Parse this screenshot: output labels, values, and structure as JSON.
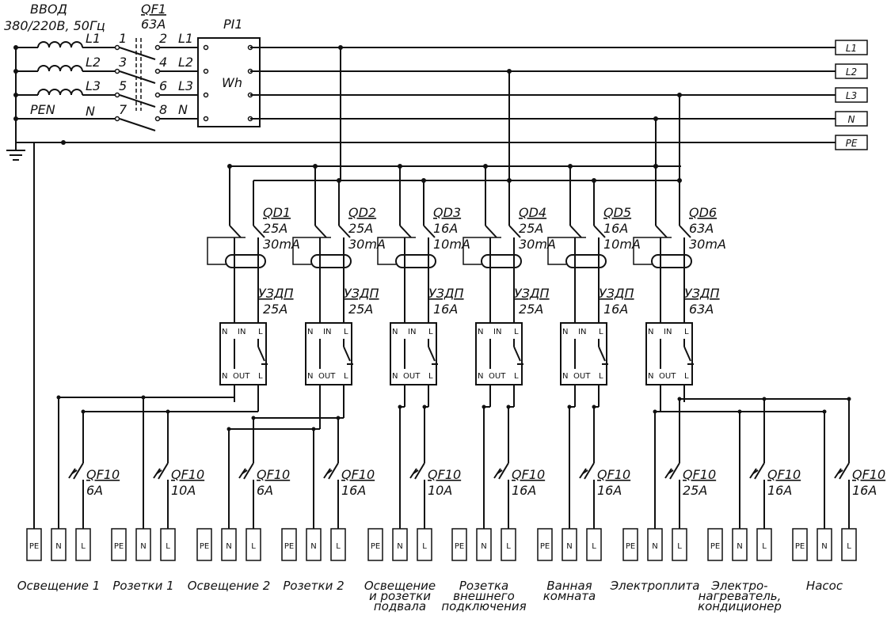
{
  "supply": {
    "name": "ВВОД",
    "voltage": "380/220В, 50Гц",
    "in_labels": [
      "L1",
      "L2",
      "L3",
      "PEN"
    ],
    "in_n": "N",
    "qf1_name": "QF1",
    "qf1_rating": "63А",
    "term_in": [
      "1",
      "3",
      "5",
      "7"
    ],
    "term_out": [
      "2",
      "4",
      "6",
      "8"
    ],
    "out_labels": [
      "L1",
      "L2",
      "L3",
      "N"
    ]
  },
  "meter": {
    "name": "PI1",
    "symbol": "Wh"
  },
  "buses": [
    "L1",
    "L2",
    "L3",
    "N",
    "PE"
  ],
  "rcds": [
    {
      "name": "QD1",
      "current": "25А",
      "leak": "30mA",
      "uzdp": "УЗДП",
      "uzdp_rating": "25А",
      "phase": 0
    },
    {
      "name": "QD2",
      "current": "25А",
      "leak": "30mA",
      "uzdp": "УЗДП",
      "uzdp_rating": "25А",
      "phase": 0
    },
    {
      "name": "QD3",
      "current": "16А",
      "leak": "10mA",
      "uzdp": "УЗДП",
      "uzdp_rating": "16А",
      "phase": 0
    },
    {
      "name": "QD4",
      "current": "25А",
      "leak": "30mA",
      "uzdp": "УЗДП",
      "uzdp_rating": "25А",
      "phase": 1
    },
    {
      "name": "QD5",
      "current": "16А",
      "leak": "10mA",
      "uzdp": "УЗДП",
      "uzdp_rating": "16А",
      "phase": 1
    },
    {
      "name": "QD6",
      "current": "63А",
      "leak": "30mA",
      "uzdp": "УЗДП",
      "uzdp_rating": "63А",
      "phase": 2
    }
  ],
  "uzdp_terminals": {
    "n_in": "N",
    "in": "IN",
    "l_in": "L",
    "n_out": "N",
    "out": "OUT",
    "l_out": "L"
  },
  "breakers": [
    {
      "name": "QF10",
      "rating": "6А"
    },
    {
      "name": "QF10",
      "rating": "10А"
    },
    {
      "name": "QF10",
      "rating": "6А"
    },
    {
      "name": "QF10",
      "rating": "16А"
    },
    {
      "name": "QF10",
      "rating": "10А"
    },
    {
      "name": "QF10",
      "rating": "16А"
    },
    {
      "name": "QF10",
      "rating": "16А"
    },
    {
      "name": "QF10",
      "rating": "25А"
    },
    {
      "name": "QF10",
      "rating": "16А"
    },
    {
      "name": "QF10",
      "rating": "16А"
    }
  ],
  "terminal_labels": [
    "PE",
    "N",
    "L"
  ],
  "loads": [
    [
      "Освещение 1"
    ],
    [
      "Розетки 1"
    ],
    [
      "Освещение 2"
    ],
    [
      "Розетки 2"
    ],
    [
      "Освещение",
      "и розетки",
      "подвала"
    ],
    [
      "Розетка",
      "внешнего",
      "подключения"
    ],
    [
      "Ванная",
      "комната"
    ],
    [
      "Электроплита"
    ],
    [
      "Электро-",
      "нагреватель,",
      "кондиционер"
    ],
    [
      "Насос"
    ]
  ]
}
